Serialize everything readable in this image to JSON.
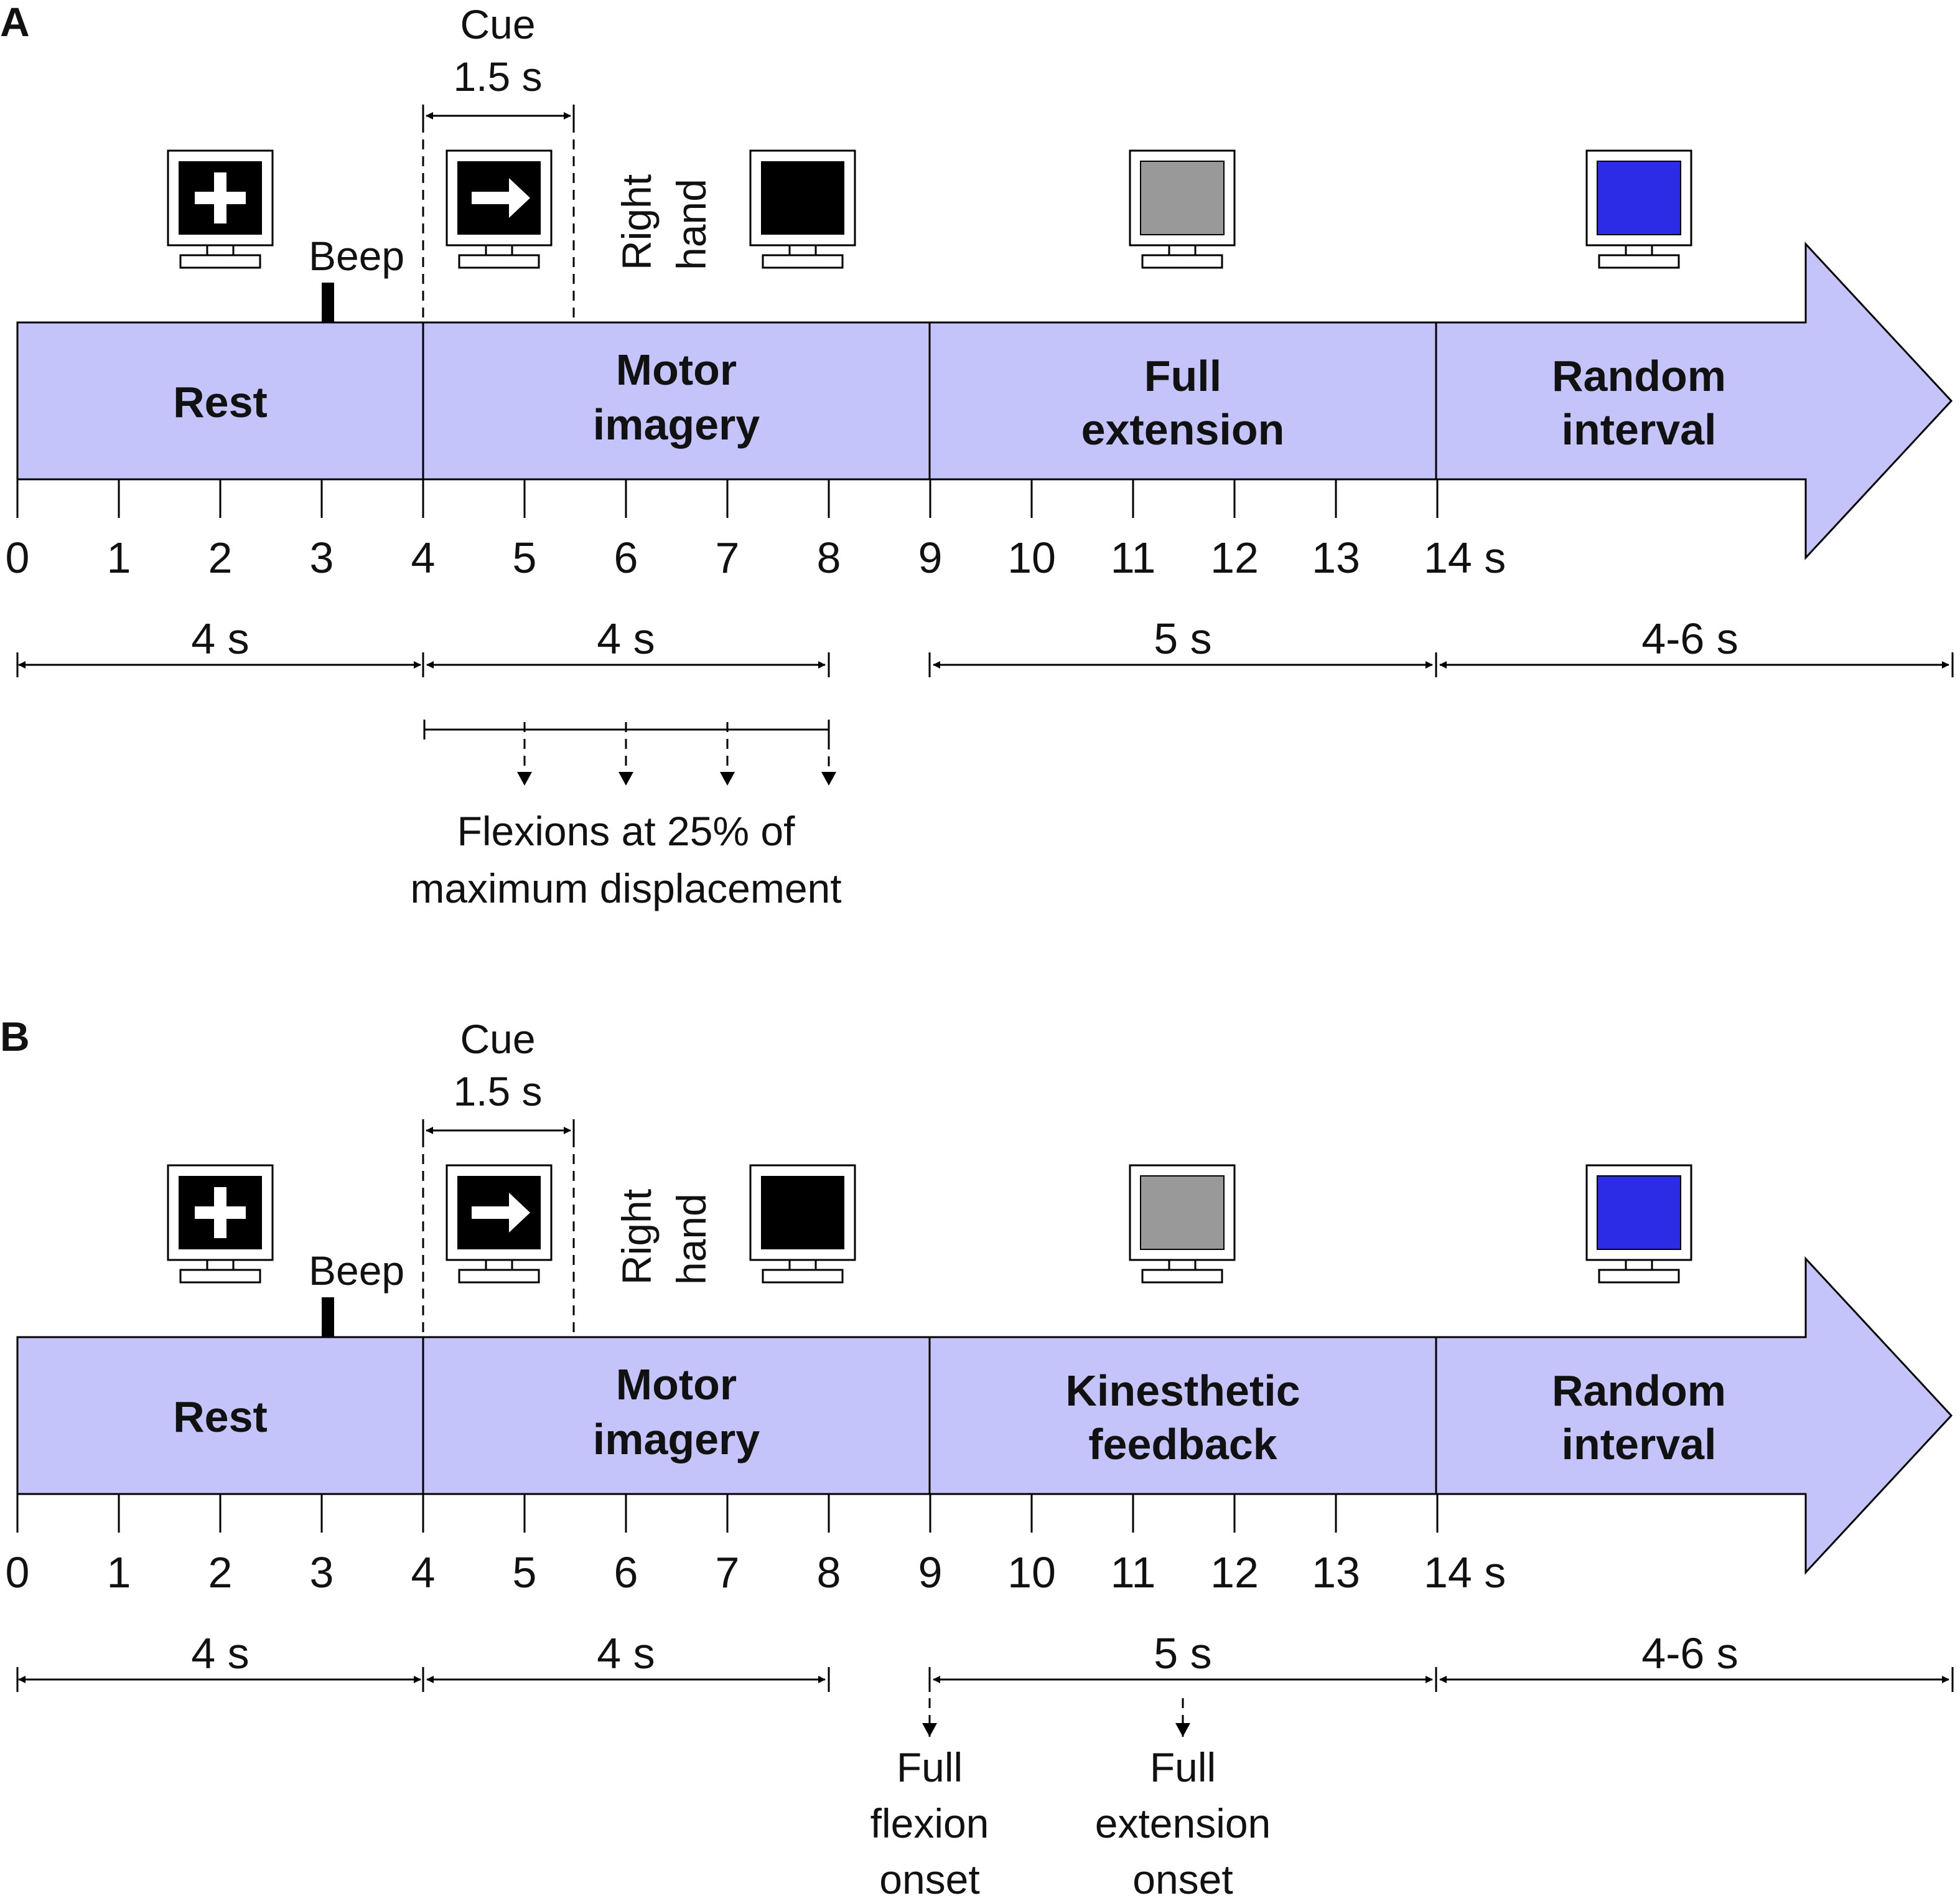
{
  "colors": {
    "bar_fill": "#c4c4fa",
    "cue_screen": "#000000",
    "blank_screen": "#000000",
    "gray_screen": "#999999",
    "blue_screen": "#2c2ce6"
  },
  "icons": {
    "rest_monitor": "monitor-plus-icon",
    "cue_monitor": "monitor-arrow-icon",
    "imagery_monitor": "monitor-black-icon",
    "extension_monitor": "monitor-gray-icon",
    "interval_monitor": "monitor-blue-icon"
  },
  "timeline": {
    "ticks": [
      "0",
      "1",
      "2",
      "3",
      "4",
      "5",
      "6",
      "7",
      "8",
      "9",
      "10",
      "11",
      "12",
      "13",
      "14 s"
    ],
    "cue_label": "Cue",
    "cue_duration": "1.5 s",
    "beep_label": "Beep",
    "hand_label_line1": "Right",
    "hand_label_line2": "hand",
    "durations": [
      "4 s",
      "4 s",
      "5 s",
      "4-6 s"
    ]
  },
  "panel_a": {
    "letter": "A",
    "phases": [
      {
        "line1": "Rest",
        "line2": ""
      },
      {
        "line1": "Motor",
        "line2": "imagery"
      },
      {
        "line1": "Full",
        "line2": "extension"
      },
      {
        "line1": "Random",
        "line2": "interval"
      }
    ],
    "flexion_note_line1": "Flexions at 25% of",
    "flexion_note_line2": "maximum displacement"
  },
  "panel_b": {
    "letter": "B",
    "phases": [
      {
        "line1": "Rest",
        "line2": ""
      },
      {
        "line1": "Motor",
        "line2": "imagery"
      },
      {
        "line1": "Kinesthetic",
        "line2": "feedback"
      },
      {
        "line1": "Random",
        "line2": "interval"
      }
    ],
    "flexion_onset": [
      "Full",
      "flexion",
      "onset"
    ],
    "extension_onset": [
      "Full",
      "extension",
      "onset"
    ]
  }
}
